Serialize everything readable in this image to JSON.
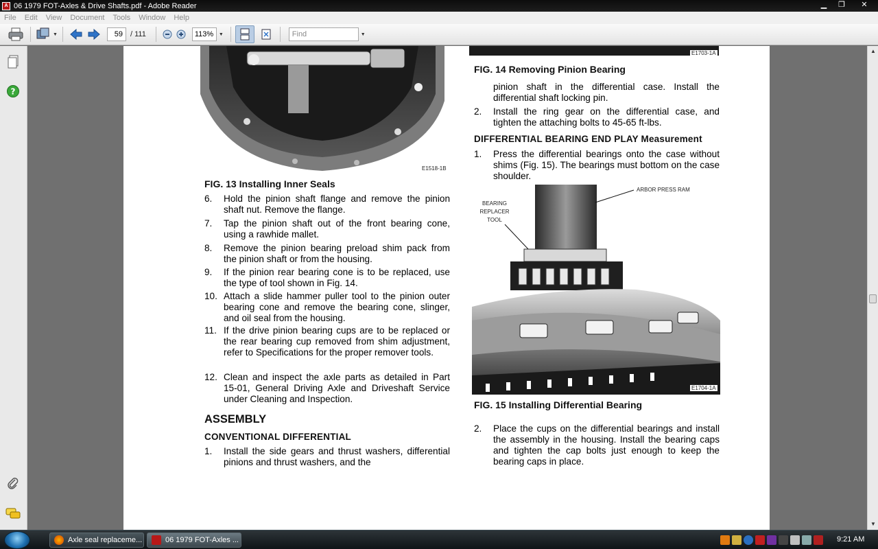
{
  "window": {
    "title": "06 1979 FOT-Axles & Drive Shafts.pdf - Adobe Reader",
    "buttons": {
      "minimize": "▁",
      "restore": "❐",
      "close": "✕"
    }
  },
  "menu": [
    "File",
    "Edit",
    "View",
    "Document",
    "Tools",
    "Window",
    "Help"
  ],
  "toolbar": {
    "page_current": "59",
    "page_total": "/ 111",
    "zoom": "113%",
    "find_placeholder": "Find"
  },
  "document": {
    "left_column": {
      "fig13_code": "E1518-1B",
      "fig13_caption": "FIG. 13 Installing Inner Seals",
      "steps": [
        {
          "num": "6.",
          "text": "Hold the pinion shaft flange and remove the pinion shaft nut. Remove the flange."
        },
        {
          "num": "7.",
          "text": "Tap the pinion shaft out of the front bearing cone, using a rawhide mallet."
        },
        {
          "num": "8.",
          "text": "Remove the pinion bearing preload shim pack from the pinion shaft or from the housing."
        },
        {
          "num": "9.",
          "text": "If the pinion rear bearing cone is to be replaced, use the type of tool shown in Fig. 14."
        },
        {
          "num": "10.",
          "text": "Attach a slide hammer puller tool to the pinion outer bearing cone and remove the bearing cone, slinger, and oil seal from the housing."
        },
        {
          "num": "11.",
          "text": "If the drive pinion bearing cups are to be replaced or the rear bearing cup removed from shim adjustment, refer to Specifications for the proper remover tools."
        },
        {
          "num": "12.",
          "text": "Clean and inspect the axle parts as detailed in Part 15-01, General Driving Axle and Driveshaft Service under Cleaning and Inspection."
        }
      ],
      "assembly_heading": "ASSEMBLY",
      "conventional_heading": "CONVENTIONAL DIFFERENTIAL",
      "assembly_step": {
        "num": "1.",
        "text": "Install the side gears and thrust washers, differential pinions and thrust washers, and the"
      }
    },
    "right_column": {
      "fig14_code": "E1703-1A",
      "fig14_caption": "FIG. 14 Removing Pinion Bearing",
      "continued_text": "pinion shaft in the differential case. Install the differential shaft locking pin.",
      "step2": {
        "num": "2.",
        "text": "Install the ring gear on the differential case, and tighten the attaching bolts to 45-65 ft-lbs."
      },
      "endplay_heading": "DIFFERENTIAL BEARING END PLAY Measurement",
      "endplay_step1": {
        "num": "1.",
        "text": "Press the differential bearings onto the case without shims (Fig. 15). The bearings must bottom on the case shoulder."
      },
      "fig15_labels": {
        "arbor": "ARBOR PRESS RAM",
        "bearing1": "BEARING",
        "bearing2": "REPLACER",
        "bearing3": "TOOL"
      },
      "fig15_code": "E1704-1A",
      "fig15_caption": "FIG. 15 Installing Differential Bearing",
      "endplay_step2": {
        "num": "2.",
        "text": "Place the cups on the differential bearings and install the assembly in the housing. Install the bearing caps and tighten the cap bolts just enough to keep the bearing caps in place."
      }
    }
  },
  "taskbar": {
    "tasks": [
      {
        "label": "Axle seal replaceme..."
      },
      {
        "label": "06 1979 FOT-Axles ..."
      }
    ],
    "clock": "9:21 AM"
  },
  "colors": {
    "accent_red": "#b81818",
    "help_green": "#3aa83a"
  }
}
